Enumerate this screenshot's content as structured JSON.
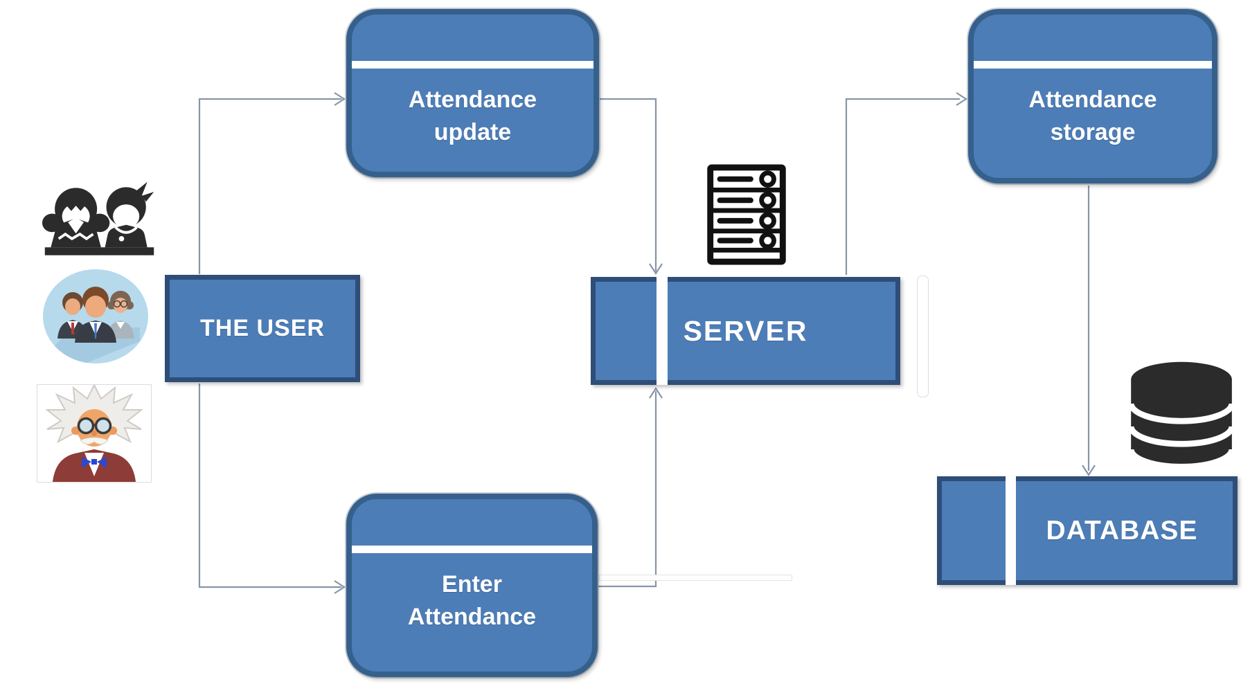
{
  "diagram_type": "attendance-system-flow",
  "nodes": {
    "attendance_update": {
      "lines": [
        "Attendance",
        "update"
      ]
    },
    "attendance_storage": {
      "lines": [
        "Attendance",
        "storage"
      ]
    },
    "enter_attendance": {
      "lines": [
        "Enter",
        "Attendance"
      ]
    },
    "the_user": {
      "label": "THE USER"
    },
    "server": {
      "label": "SERVER"
    },
    "database": {
      "label": "DATABASE"
    }
  },
  "edges": [
    {
      "from": "THE USER",
      "to": "Attendance update"
    },
    {
      "from": "THE USER",
      "to": "Enter Attendance"
    },
    {
      "from": "Attendance update",
      "to": "SERVER"
    },
    {
      "from": "Enter Attendance",
      "to": "SERVER"
    },
    {
      "from": "SERVER",
      "to": "Attendance storage"
    },
    {
      "from": "Attendance storage",
      "to": "DATABASE"
    }
  ],
  "icons": [
    "students-icon",
    "staff-icon",
    "professor-icon",
    "server-rack-icon",
    "database-cylinder-icon"
  ],
  "colors": {
    "node_fill": "#4d7db7",
    "rect_border": "#2e4e78",
    "rounded_border": "#35608c",
    "connector": "#8795a8",
    "staff_ellipse": "#b6d9ec",
    "text": "#ffffff"
  }
}
